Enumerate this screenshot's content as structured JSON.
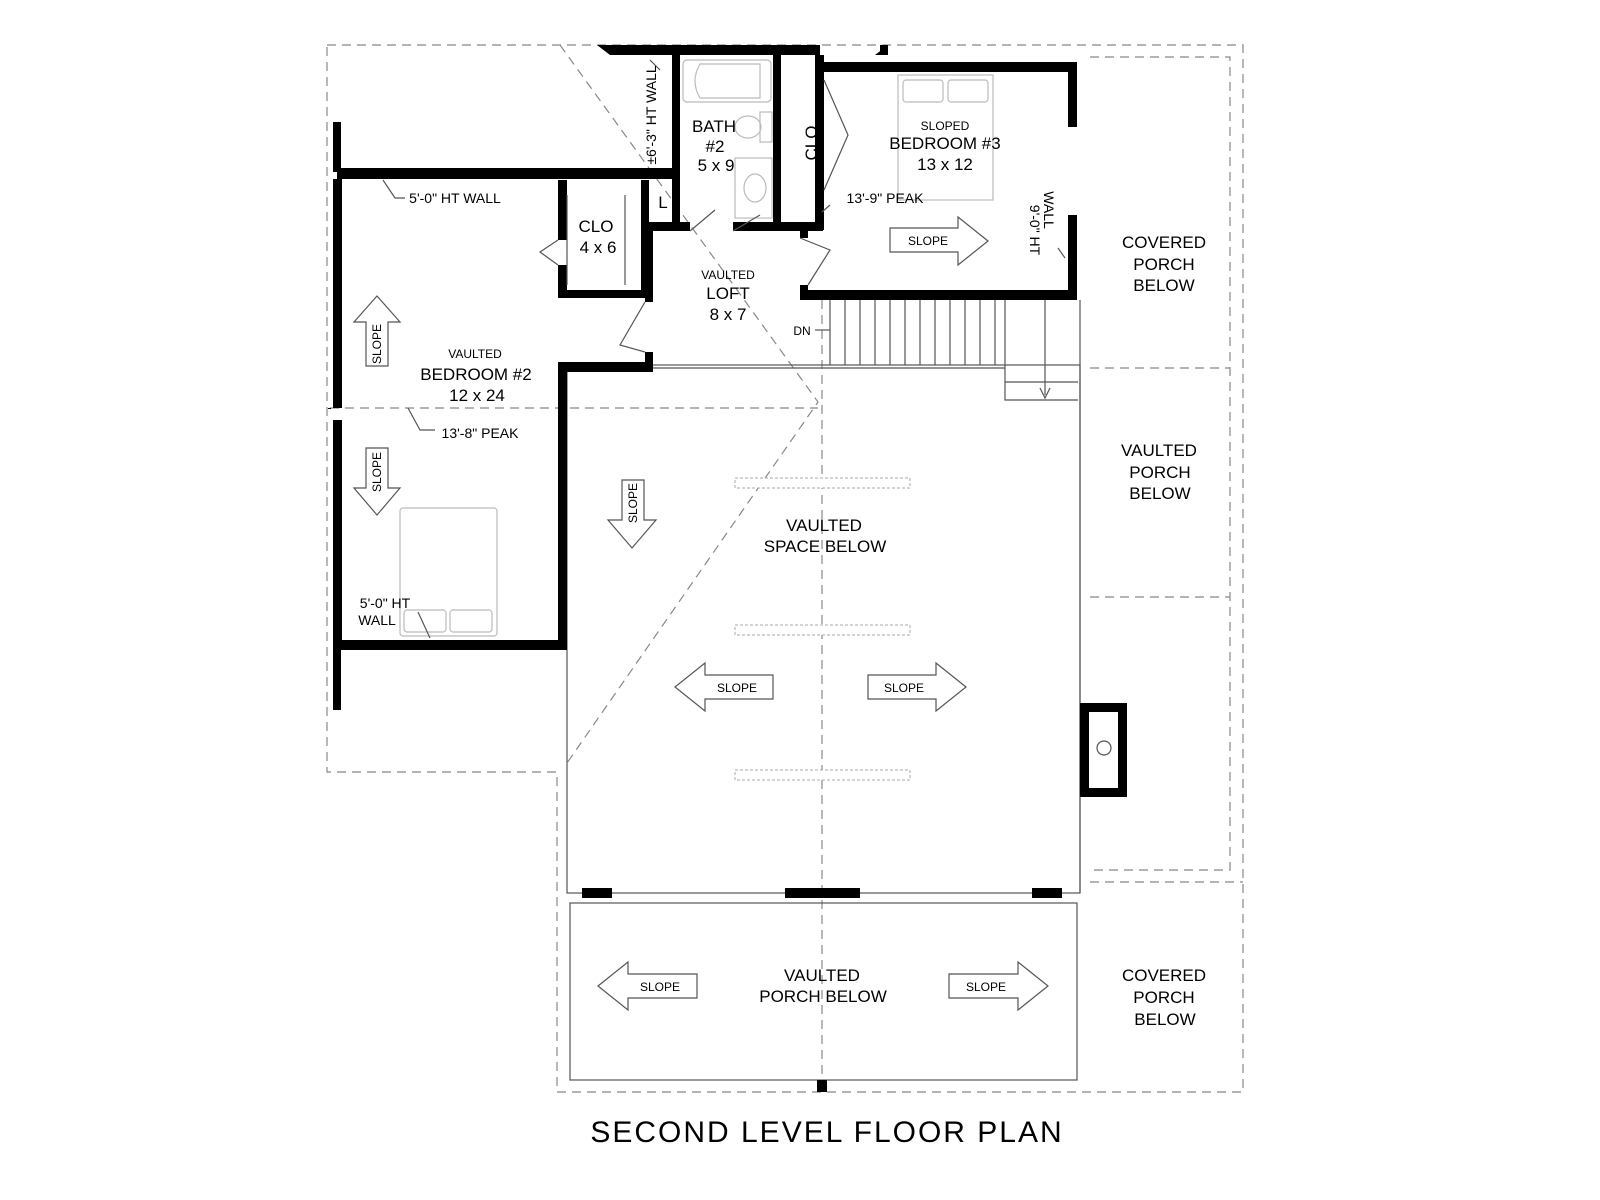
{
  "title": "SECOND LEVEL FLOOR PLAN",
  "rooms": {
    "bath": {
      "name": "BATH",
      "num": "#2",
      "size": "5 x 9"
    },
    "bedroom3": {
      "qualifier": "SLOPED",
      "name": "BEDROOM #3",
      "size": "13 x 12"
    },
    "bedroom2": {
      "qualifier": "VAULTED",
      "name": "BEDROOM #2",
      "size": "12 x 24"
    },
    "closet_small": {
      "name": "CLO",
      "size": "4 x 6"
    },
    "closet_bed3": {
      "name": "CLO"
    },
    "linen": {
      "name": "L"
    },
    "loft": {
      "qualifier": "VAULTED",
      "name": "LOFT",
      "size": "8 x 7"
    },
    "vaulted_space": {
      "line1": "VAULTED",
      "line2": "SPACE BELOW"
    },
    "vaulted_porch_bottom": {
      "line1": "VAULTED",
      "line2": "PORCH BELOW"
    },
    "covered_porch_top": {
      "line1": "COVERED",
      "line2": "PORCH",
      "line3": "BELOW"
    },
    "vaulted_porch_right": {
      "line1": "VAULTED",
      "line2": "PORCH",
      "line3": "BELOW"
    },
    "covered_porch_bottom": {
      "line1": "COVERED",
      "line2": "PORCH",
      "line3": "BELOW"
    }
  },
  "notes": {
    "ht_wall_63": "±6'-3\" HT WALL",
    "ht_wall_5_top": "5'-0\" HT WALL",
    "peak_139": "13'-9\" PEAK",
    "ht_wall_9_l1": "9'-0\" HT",
    "ht_wall_9_l2": "WALL",
    "peak_138": "13'-8\" PEAK",
    "ht_wall_5_bottom_l1": "5'-0\" HT",
    "ht_wall_5_bottom_l2": "WALL",
    "stairs_dn": "DN"
  },
  "slope_label": "SLOPE"
}
